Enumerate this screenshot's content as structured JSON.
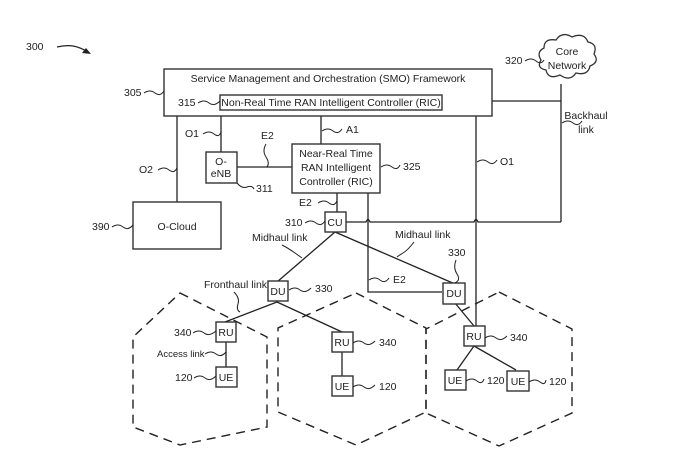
{
  "figure": {
    "ref": "300",
    "smo": {
      "ref": "305",
      "label": "Service Management and Orchestration (SMO) Framework"
    },
    "non_rt_ric": {
      "ref": "315",
      "label": "Non-Real Time RAN Intelligent Controller (RIC)"
    },
    "core_network": {
      "ref": "320",
      "line1": "Core",
      "line2": "Network"
    },
    "backhaul": {
      "line1": "Backhaul",
      "line2": "link"
    },
    "near_rt_ric": {
      "ref": "325",
      "line1": "Near-Real Time",
      "line2": "RAN Intelligent",
      "line3": "Controller (RIC)"
    },
    "o_enb": {
      "ref": "311",
      "line1": "O-",
      "line2": "eNB"
    },
    "o_cloud": {
      "ref": "390",
      "label": "O-Cloud"
    },
    "cu": {
      "ref": "310",
      "label": "CU"
    },
    "du_left": {
      "ref": "330",
      "label": "DU"
    },
    "du_right": {
      "ref": "330",
      "label": "DU"
    },
    "interfaces": {
      "o1_left": "O1",
      "o1_right": "O1",
      "o2": "O2",
      "e2_enb": "E2",
      "e2_cu": "E2",
      "e2_du": "E2",
      "a1": "A1"
    },
    "links": {
      "midhaul_left": "Midhaul link",
      "midhaul_right": "Midhaul link",
      "fronthaul": "Fronthaul link",
      "access": "Access link"
    },
    "ru": [
      {
        "ref": "340",
        "label": "RU"
      },
      {
        "ref": "340",
        "label": "RU"
      },
      {
        "ref": "340",
        "label": "RU"
      }
    ],
    "ue": [
      {
        "ref": "120",
        "label": "UE"
      },
      {
        "ref": "120",
        "label": "UE"
      },
      {
        "ref": "120",
        "label": "UE"
      },
      {
        "ref": "120",
        "label": "UE"
      }
    ]
  }
}
